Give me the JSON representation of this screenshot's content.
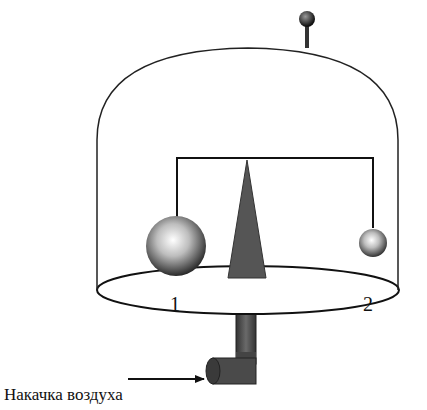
{
  "diagram": {
    "labels": [
      "1",
      "2",
      "Накачка воздуха"
    ]
  }
}
